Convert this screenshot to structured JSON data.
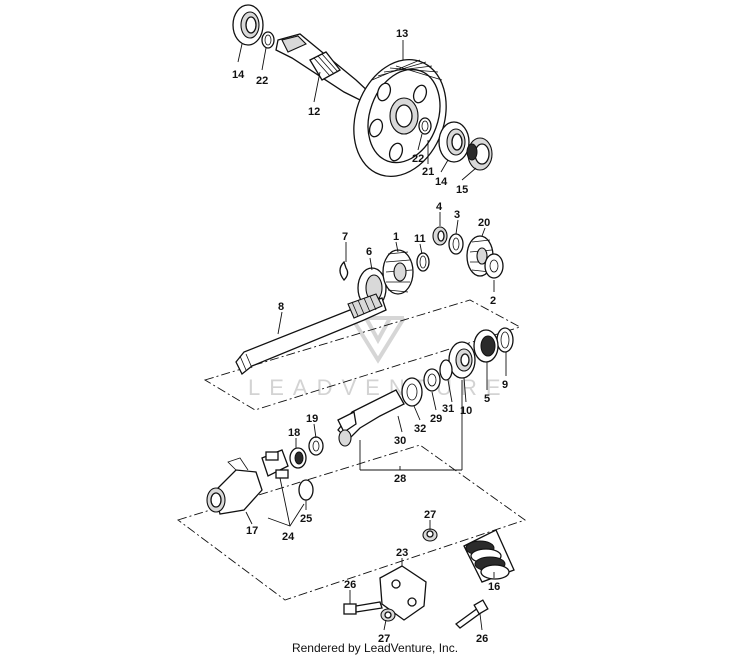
{
  "watermark": {
    "text": "LEADVENTURE"
  },
  "credit": "Rendered by LeadVenture, Inc.",
  "callouts": [
    {
      "id": "13",
      "label": "13"
    },
    {
      "id": "14a",
      "label": "14"
    },
    {
      "id": "22a",
      "label": "22"
    },
    {
      "id": "12",
      "label": "12"
    },
    {
      "id": "22b",
      "label": "22"
    },
    {
      "id": "21",
      "label": "21"
    },
    {
      "id": "14b",
      "label": "14"
    },
    {
      "id": "15",
      "label": "15"
    },
    {
      "id": "4",
      "label": "4"
    },
    {
      "id": "3",
      "label": "3"
    },
    {
      "id": "20",
      "label": "20"
    },
    {
      "id": "7",
      "label": "7"
    },
    {
      "id": "6",
      "label": "6"
    },
    {
      "id": "1",
      "label": "1"
    },
    {
      "id": "11",
      "label": "11"
    },
    {
      "id": "2",
      "label": "2"
    },
    {
      "id": "8",
      "label": "8"
    },
    {
      "id": "9",
      "label": "9"
    },
    {
      "id": "5",
      "label": "5"
    },
    {
      "id": "31",
      "label": "31"
    },
    {
      "id": "10",
      "label": "10"
    },
    {
      "id": "29",
      "label": "29"
    },
    {
      "id": "32",
      "label": "32"
    },
    {
      "id": "30",
      "label": "30"
    },
    {
      "id": "18",
      "label": "18"
    },
    {
      "id": "19",
      "label": "19"
    },
    {
      "id": "28",
      "label": "28"
    },
    {
      "id": "25",
      "label": "25"
    },
    {
      "id": "17",
      "label": "17"
    },
    {
      "id": "24",
      "label": "24"
    },
    {
      "id": "27a",
      "label": "27"
    },
    {
      "id": "23",
      "label": "23"
    },
    {
      "id": "16",
      "label": "16"
    },
    {
      "id": "26a",
      "label": "26"
    },
    {
      "id": "27b",
      "label": "27"
    },
    {
      "id": "26b",
      "label": "26"
    }
  ]
}
